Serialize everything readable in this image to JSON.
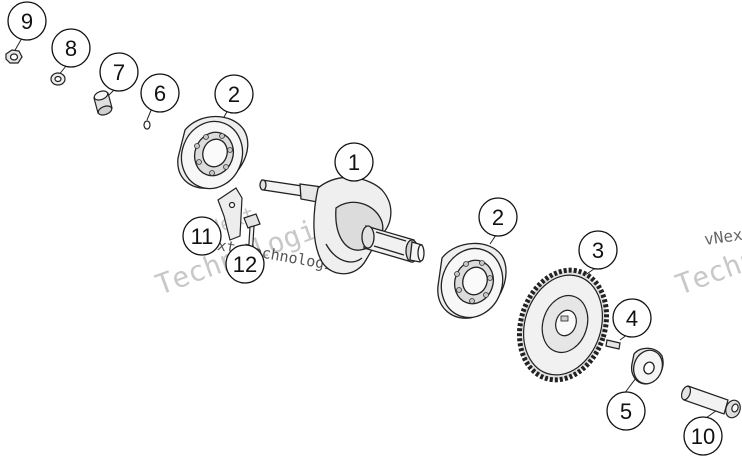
{
  "colors": {
    "ink": "#222222",
    "part_fill": "#f4f4f4",
    "part_shade": "#d9d9d9",
    "watermark": "#c8c8c8"
  },
  "callouts": [
    {
      "id": "c9",
      "label": "9"
    },
    {
      "id": "c8",
      "label": "8"
    },
    {
      "id": "c7",
      "label": "7"
    },
    {
      "id": "c6",
      "label": "6"
    },
    {
      "id": "c2a",
      "label": "2"
    },
    {
      "id": "c1",
      "label": "1"
    },
    {
      "id": "c11",
      "label": "11"
    },
    {
      "id": "c12",
      "label": "12"
    },
    {
      "id": "c2b",
      "label": "2"
    },
    {
      "id": "c3",
      "label": "3"
    },
    {
      "id": "c4",
      "label": "4"
    },
    {
      "id": "c5",
      "label": "5"
    },
    {
      "id": "c10",
      "label": "10"
    }
  ],
  "watermarks": [
    {
      "id": "w1",
      "text": "vNext"
    },
    {
      "id": "w2",
      "text": "Technologies"
    },
    {
      "id": "w3",
      "text": "vNext Technologies"
    },
    {
      "id": "w4",
      "text": "vNext"
    },
    {
      "id": "w5",
      "text": "Technologies"
    }
  ]
}
